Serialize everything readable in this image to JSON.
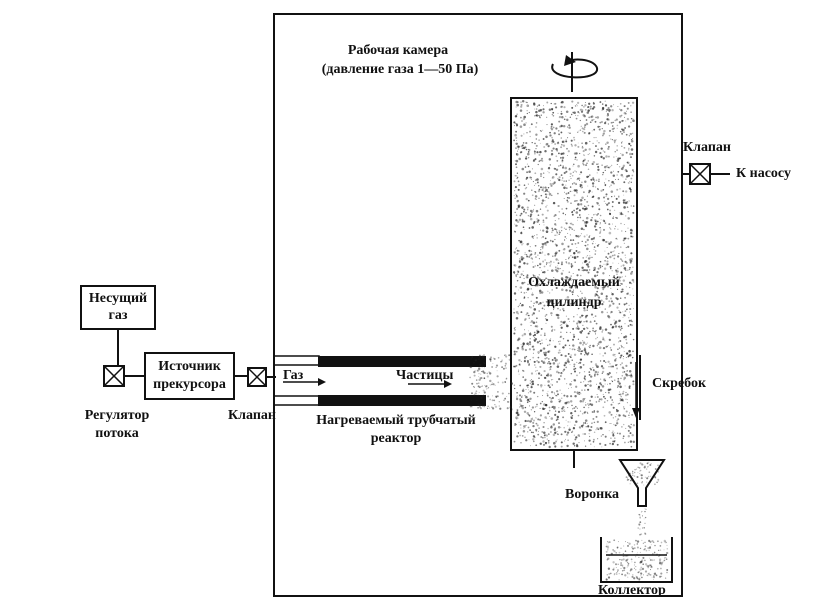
{
  "chamber": {
    "title": "Рабочая камера",
    "subtitle": "(давление газа 1—50 Па)"
  },
  "carrier_gas": {
    "line1": "Несущий",
    "line2": "газ"
  },
  "flow_regulator": {
    "line1": "Регулятор",
    "line2": "потока"
  },
  "precursor_source": {
    "line1": "Источник",
    "line2": "прекурсора"
  },
  "valve_inlet": "Клапан",
  "gas_label": "Газ",
  "particles_label": "Частицы",
  "reactor": {
    "line1": "Нагреваемый трубчатый",
    "line2": "реактор"
  },
  "cylinder": {
    "line1": "Охлаждаемый",
    "line2": "цилиндр"
  },
  "valve_pump": "Клапан",
  "to_pump": "К насосу",
  "scraper": "Скребок",
  "funnel": "Воронка",
  "collector": "Коллектор"
}
